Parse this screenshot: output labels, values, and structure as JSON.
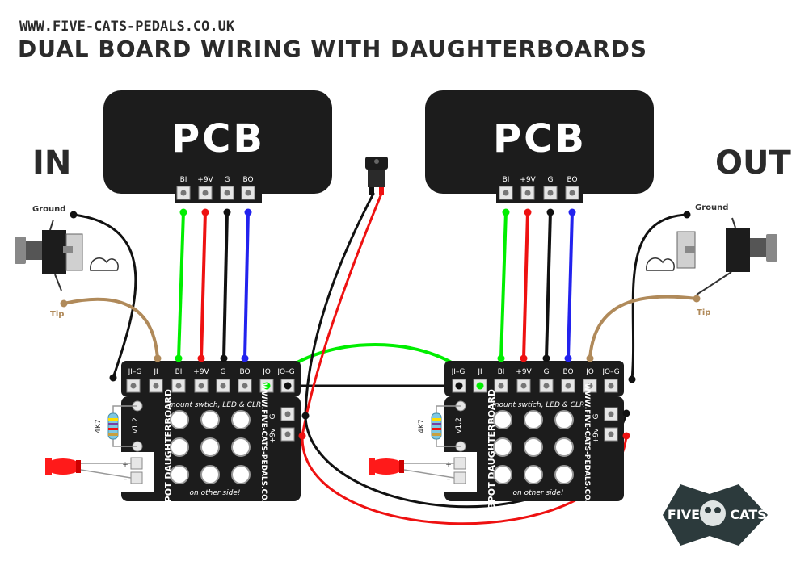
{
  "header": {
    "url": "WWW.FIVE-CATS-PEDALS.CO.UK",
    "title": "DUAL BOARD WIRING WITH DAUGHTERBOARDS"
  },
  "io": {
    "in": "IN",
    "out": "OUT"
  },
  "pcb": {
    "label": "PCB",
    "pads": [
      "BI",
      "+9V",
      "G",
      "BO"
    ]
  },
  "jack": {
    "ground": "Ground",
    "tip": "Tip"
  },
  "daughterboard": {
    "top_pads": [
      "JI–G",
      "JI",
      "BI",
      "+9V",
      "G",
      "BO",
      "JO",
      "JO–G"
    ],
    "side_pads": [
      "G",
      "+9v"
    ],
    "left_pads": [
      "+",
      "–"
    ],
    "name": "3POT DAUGHTERBOARD",
    "url": "WWW.FIVE-CATS-PEDALS.CO.UK",
    "mount_note": "mount swtich, LED & CLR",
    "other_side": "on other side!",
    "version": "v1.2",
    "resistor": "4K7"
  },
  "logo": {
    "left": "FIVE",
    "right": "CATS"
  },
  "colors": {
    "board": "#1c1c1c",
    "green": "#00ee00",
    "red": "#ee1111",
    "black": "#111111",
    "blue": "#2222ee",
    "tan": "#b08a5a",
    "led": "#ff1a1a"
  },
  "icons": [
    "dc-jack-icon",
    "audio-jack-icon",
    "led-icon",
    "resistor-icon",
    "cat-skull-logo-icon"
  ]
}
